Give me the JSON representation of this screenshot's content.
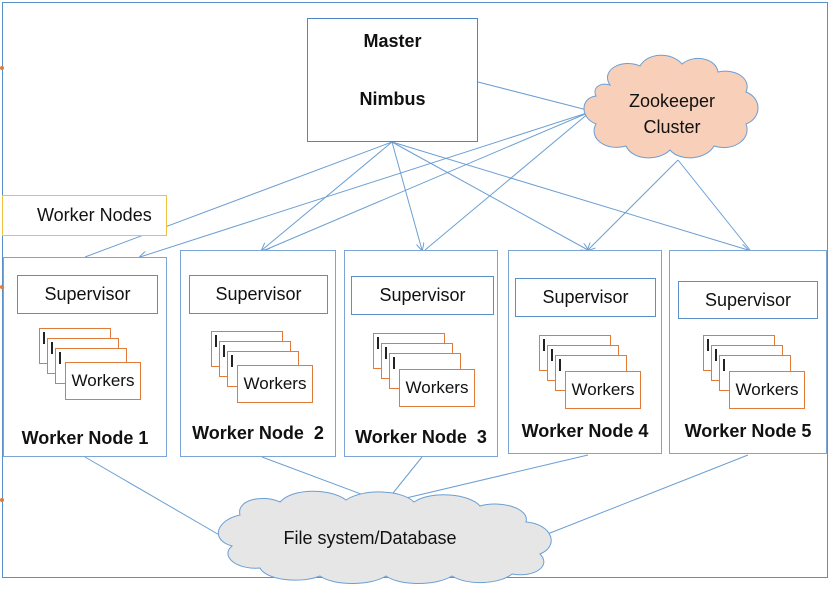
{
  "master": {
    "line1": "Master",
    "line2": "Nimbus"
  },
  "zookeeper": {
    "line1": "Zookeeper",
    "line2": "Cluster"
  },
  "worker_nodes_label": "Worker Nodes",
  "storage_label": "File system/Database",
  "nodes": [
    {
      "supervisor": "Supervisor",
      "workers": "Workers",
      "title": "Worker Node 1"
    },
    {
      "supervisor": "Supervisor",
      "workers": "Workers",
      "title": "Worker Node  2"
    },
    {
      "supervisor": "Supervisor",
      "workers": "Workers",
      "title": "Worker Node  3"
    },
    {
      "supervisor": "Supervisor",
      "workers": "Workers",
      "title": "Worker Node 4"
    },
    {
      "supervisor": "Supervisor",
      "workers": "Workers",
      "title": "Worker Node 5"
    }
  ],
  "colors": {
    "line": "#6b9fd3",
    "box_border": "#4f86c6",
    "cloud_zookeeper": "#f8cfb8",
    "cloud_storage": "#e6e6e6",
    "worker_border": "#e07b39"
  }
}
